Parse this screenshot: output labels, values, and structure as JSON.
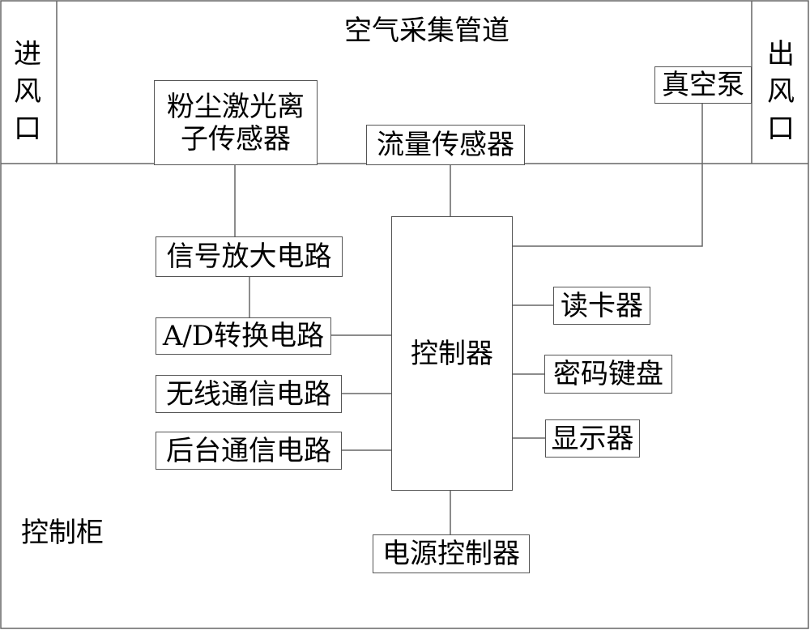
{
  "pipe": {
    "title": "空气采集管道",
    "inlet": "进风口",
    "outlet": "出风口"
  },
  "cabinet": {
    "label": "控制柜"
  },
  "boxes": {
    "dust_sensor_l1": "粉尘激光离",
    "dust_sensor_l2": "子传感器",
    "flow_sensor": "流量传感器",
    "vacuum_pump": "真空泵",
    "signal_amp": "信号放大电路",
    "ad_convert": "A/D转换电路",
    "wireless": "无线通信电路",
    "backend": "后台通信电路",
    "controller": "控制器",
    "card_reader": "读卡器",
    "keypad": "密码键盘",
    "display": "显示器",
    "power": "电源控制器"
  }
}
